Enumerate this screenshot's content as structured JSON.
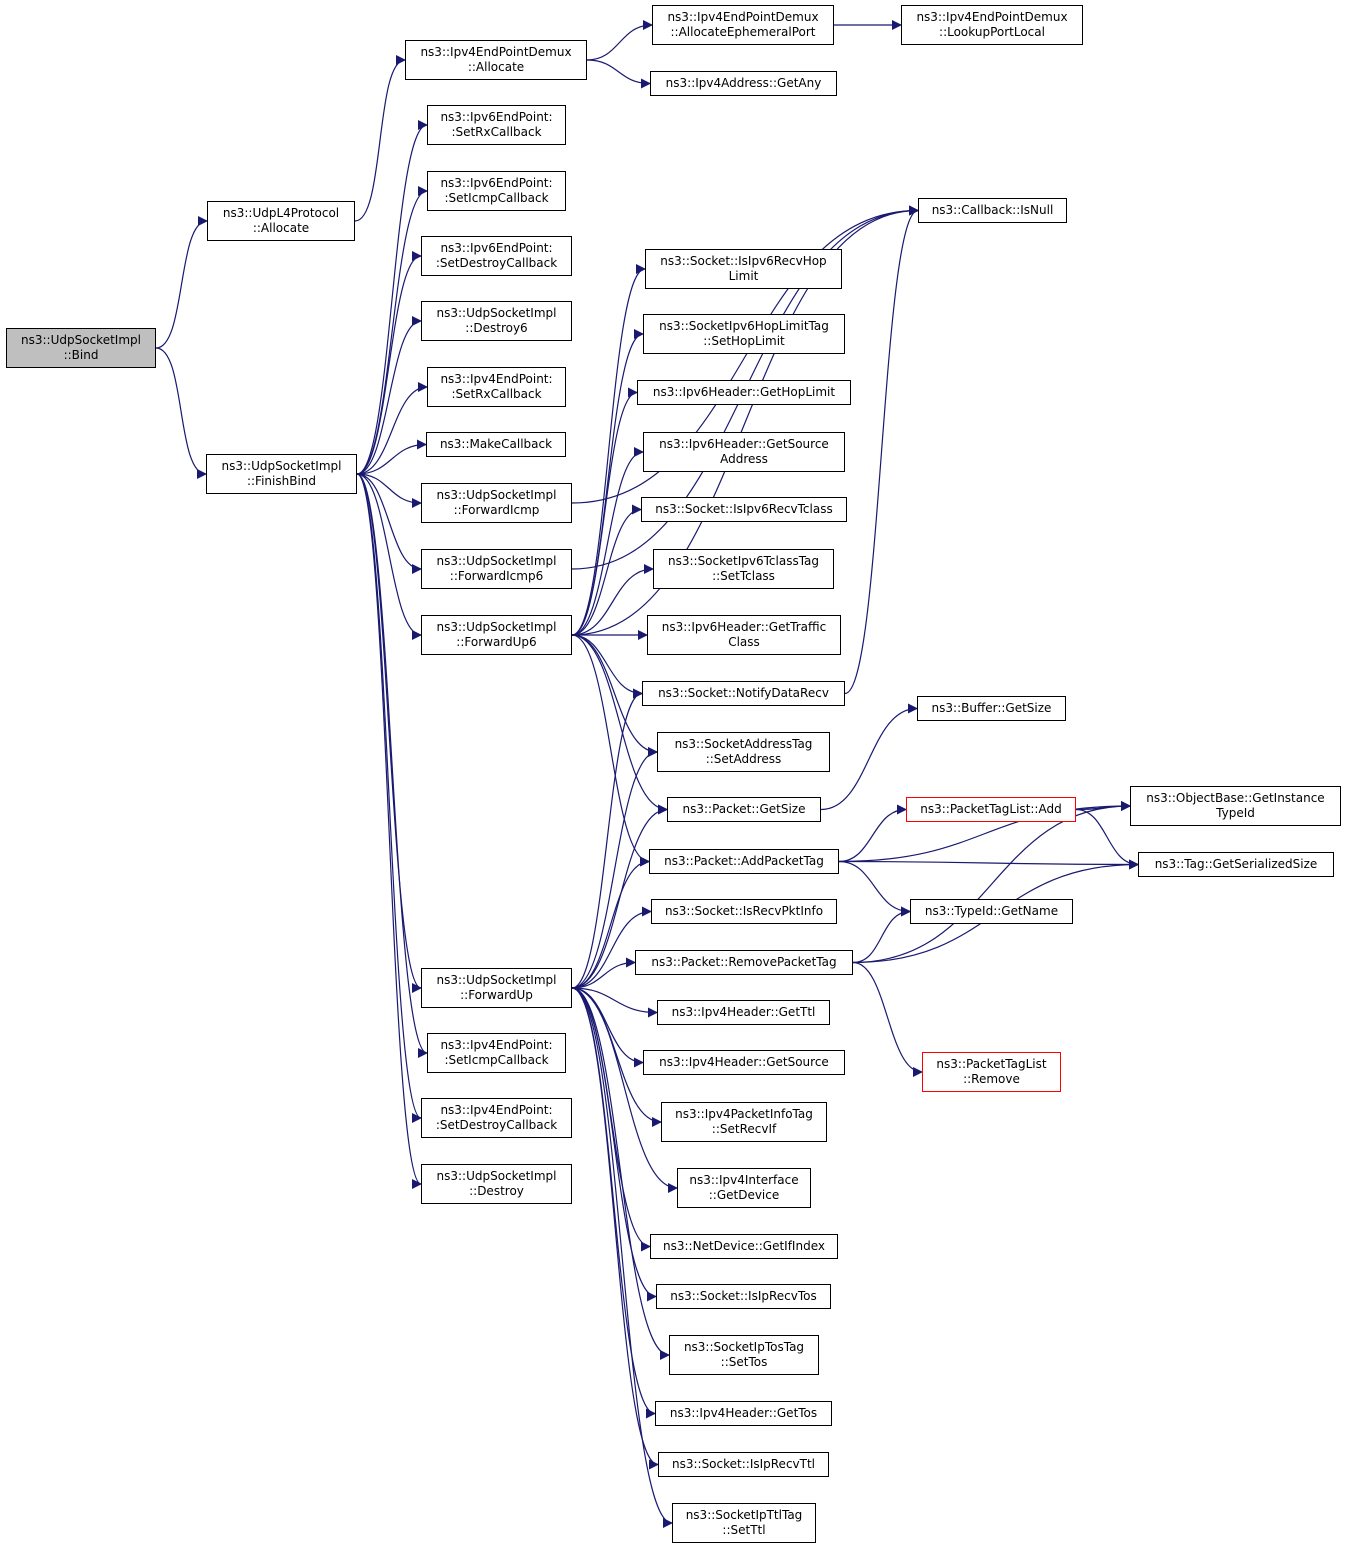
{
  "colors": {
    "edge": "#191970",
    "root_fill": "#bfbfbf",
    "node_border": "#000000",
    "truncated_border": "#ff0000"
  },
  "nodes": {
    "bind": [
      "ns3::UdpSocketImpl",
      "::Bind"
    ],
    "udpl4_allocate": [
      "ns3::UdpL4Protocol",
      "::Allocate"
    ],
    "finishbind": [
      "ns3::UdpSocketImpl",
      "::FinishBind"
    ],
    "demux_allocate": [
      "ns3::Ipv4EndPointDemux",
      "::Allocate"
    ],
    "demux_alloceph": [
      "ns3::Ipv4EndPointDemux",
      "::AllocateEphemeralPort"
    ],
    "demux_lookup": [
      "ns3::Ipv4EndPointDemux",
      "::LookupPortLocal"
    ],
    "ipv4addr_getany": [
      "ns3::Ipv4Address::GetAny"
    ],
    "ipv6ep_setrx": [
      "ns3::Ipv6EndPoint:",
      ":SetRxCallback"
    ],
    "ipv6ep_seticmp": [
      "ns3::Ipv6EndPoint:",
      ":SetIcmpCallback"
    ],
    "ipv6ep_setdestroy": [
      "ns3::Ipv6EndPoint:",
      ":SetDestroyCallback"
    ],
    "destroy6": [
      "ns3::UdpSocketImpl",
      "::Destroy6"
    ],
    "ipv4ep_setrx": [
      "ns3::Ipv4EndPoint:",
      ":SetRxCallback"
    ],
    "makecallback": [
      "ns3::MakeCallback"
    ],
    "forwardicmp": [
      "ns3::UdpSocketImpl",
      "::ForwardIcmp"
    ],
    "forwardicmp6": [
      "ns3::UdpSocketImpl",
      "::ForwardIcmp6"
    ],
    "forwardup6": [
      "ns3::UdpSocketImpl",
      "::ForwardUp6"
    ],
    "forwardup": [
      "ns3::UdpSocketImpl",
      "::ForwardUp"
    ],
    "ipv4ep_seticmp": [
      "ns3::Ipv4EndPoint:",
      ":SetIcmpCallback"
    ],
    "ipv4ep_setdestroy": [
      "ns3::Ipv4EndPoint:",
      ":SetDestroyCallback"
    ],
    "destroy": [
      "ns3::UdpSocketImpl",
      "::Destroy"
    ],
    "callback_isnull": [
      "ns3::Callback::IsNull"
    ],
    "isipv6recvhop": [
      "ns3::Socket::IsIpv6RecvHop",
      "Limit"
    ],
    "hoplimittag_set": [
      "ns3::SocketIpv6HopLimitTag",
      "::SetHopLimit"
    ],
    "ipv6hdr_gethop": [
      "ns3::Ipv6Header::GetHopLimit"
    ],
    "ipv6hdr_getsource": [
      "ns3::Ipv6Header::GetSource",
      "Address"
    ],
    "isipv6recvtclass": [
      "ns3::Socket::IsIpv6RecvTclass"
    ],
    "tclasstag_set": [
      "ns3::SocketIpv6TclassTag",
      "::SetTclass"
    ],
    "ipv6hdr_gettraffic": [
      "ns3::Ipv6Header::GetTraffic",
      "Class"
    ],
    "notifydatarecv": [
      "ns3::Socket::NotifyDataRecv"
    ],
    "addrtag_set": [
      "ns3::SocketAddressTag",
      "::SetAddress"
    ],
    "packet_getsize": [
      "ns3::Packet::GetSize"
    ],
    "packet_addtag": [
      "ns3::Packet::AddPacketTag"
    ],
    "isrecvpktinfo": [
      "ns3::Socket::IsRecvPktInfo"
    ],
    "packet_removetag": [
      "ns3::Packet::RemovePacketTag"
    ],
    "ipv4hdr_getttl": [
      "ns3::Ipv4Header::GetTtl"
    ],
    "ipv4hdr_getsource": [
      "ns3::Ipv4Header::GetSource"
    ],
    "pktinfotag_setrecvif": [
      "ns3::Ipv4PacketInfoTag",
      "::SetRecvIf"
    ],
    "ipv4if_getdevice": [
      "ns3::Ipv4Interface",
      "::GetDevice"
    ],
    "netdev_getifindex": [
      "ns3::NetDevice::GetIfIndex"
    ],
    "isiprecvtos": [
      "ns3::Socket::IsIpRecvTos"
    ],
    "iptostag_settos": [
      "ns3::SocketIpTosTag",
      "::SetTos"
    ],
    "ipv4hdr_gettos": [
      "ns3::Ipv4Header::GetTos"
    ],
    "isiprecvttl": [
      "ns3::Socket::IsIpRecvTtl"
    ],
    "ipttltag_setttl": [
      "ns3::SocketIpTtlTag",
      "::SetTtl"
    ],
    "buffer_getsize": [
      "ns3::Buffer::GetSize"
    ],
    "ptl_add": [
      "ns3::PacketTagList::Add"
    ],
    "ptl_remove": [
      "ns3::PacketTagList",
      "::Remove"
    ],
    "objbase_getinstance": [
      "ns3::ObjectBase::GetInstance",
      "TypeId"
    ],
    "tag_getserialized": [
      "ns3::Tag::GetSerializedSize"
    ],
    "typeid_getname": [
      "ns3::TypeId::GetName"
    ]
  },
  "edges": [
    [
      "bind",
      "udpl4_allocate"
    ],
    [
      "bind",
      "finishbind"
    ],
    [
      "udpl4_allocate",
      "demux_allocate"
    ],
    [
      "demux_allocate",
      "demux_alloceph"
    ],
    [
      "demux_allocate",
      "ipv4addr_getany"
    ],
    [
      "demux_alloceph",
      "demux_lookup"
    ],
    [
      "finishbind",
      "ipv6ep_setrx"
    ],
    [
      "finishbind",
      "ipv6ep_seticmp"
    ],
    [
      "finishbind",
      "ipv6ep_setdestroy"
    ],
    [
      "finishbind",
      "destroy6"
    ],
    [
      "finishbind",
      "ipv4ep_setrx"
    ],
    [
      "finishbind",
      "makecallback"
    ],
    [
      "finishbind",
      "forwardicmp"
    ],
    [
      "finishbind",
      "forwardicmp6"
    ],
    [
      "finishbind",
      "forwardup6"
    ],
    [
      "finishbind",
      "forwardup"
    ],
    [
      "finishbind",
      "ipv4ep_seticmp"
    ],
    [
      "finishbind",
      "ipv4ep_setdestroy"
    ],
    [
      "finishbind",
      "destroy"
    ],
    [
      "forwardicmp",
      "callback_isnull"
    ],
    [
      "forwardicmp6",
      "callback_isnull"
    ],
    [
      "forwardup6",
      "callback_isnull"
    ],
    [
      "forwardup6",
      "isipv6recvhop"
    ],
    [
      "forwardup6",
      "hoplimittag_set"
    ],
    [
      "forwardup6",
      "ipv6hdr_gethop"
    ],
    [
      "forwardup6",
      "ipv6hdr_getsource"
    ],
    [
      "forwardup6",
      "isipv6recvtclass"
    ],
    [
      "forwardup6",
      "tclasstag_set"
    ],
    [
      "forwardup6",
      "ipv6hdr_gettraffic"
    ],
    [
      "forwardup6",
      "notifydatarecv"
    ],
    [
      "forwardup6",
      "addrtag_set"
    ],
    [
      "forwardup6",
      "packet_getsize"
    ],
    [
      "forwardup6",
      "packet_addtag"
    ],
    [
      "forwardup",
      "notifydatarecv"
    ],
    [
      "forwardup",
      "addrtag_set"
    ],
    [
      "forwardup",
      "packet_getsize"
    ],
    [
      "forwardup",
      "packet_addtag"
    ],
    [
      "forwardup",
      "isrecvpktinfo"
    ],
    [
      "forwardup",
      "packet_removetag"
    ],
    [
      "forwardup",
      "ipv4hdr_getttl"
    ],
    [
      "forwardup",
      "ipv4hdr_getsource"
    ],
    [
      "forwardup",
      "pktinfotag_setrecvif"
    ],
    [
      "forwardup",
      "ipv4if_getdevice"
    ],
    [
      "forwardup",
      "netdev_getifindex"
    ],
    [
      "forwardup",
      "isiprecvtos"
    ],
    [
      "forwardup",
      "iptostag_settos"
    ],
    [
      "forwardup",
      "ipv4hdr_gettos"
    ],
    [
      "forwardup",
      "isiprecvttl"
    ],
    [
      "forwardup",
      "ipttltag_setttl"
    ],
    [
      "notifydatarecv",
      "callback_isnull"
    ],
    [
      "packet_getsize",
      "buffer_getsize"
    ],
    [
      "packet_addtag",
      "ptl_add"
    ],
    [
      "packet_addtag",
      "objbase_getinstance"
    ],
    [
      "packet_addtag",
      "tag_getserialized"
    ],
    [
      "packet_addtag",
      "typeid_getname"
    ],
    [
      "ptl_add",
      "objbase_getinstance"
    ],
    [
      "ptl_add",
      "tag_getserialized"
    ],
    [
      "packet_removetag",
      "objbase_getinstance"
    ],
    [
      "packet_removetag",
      "tag_getserialized"
    ],
    [
      "packet_removetag",
      "typeid_getname"
    ],
    [
      "packet_removetag",
      "ptl_remove"
    ]
  ]
}
